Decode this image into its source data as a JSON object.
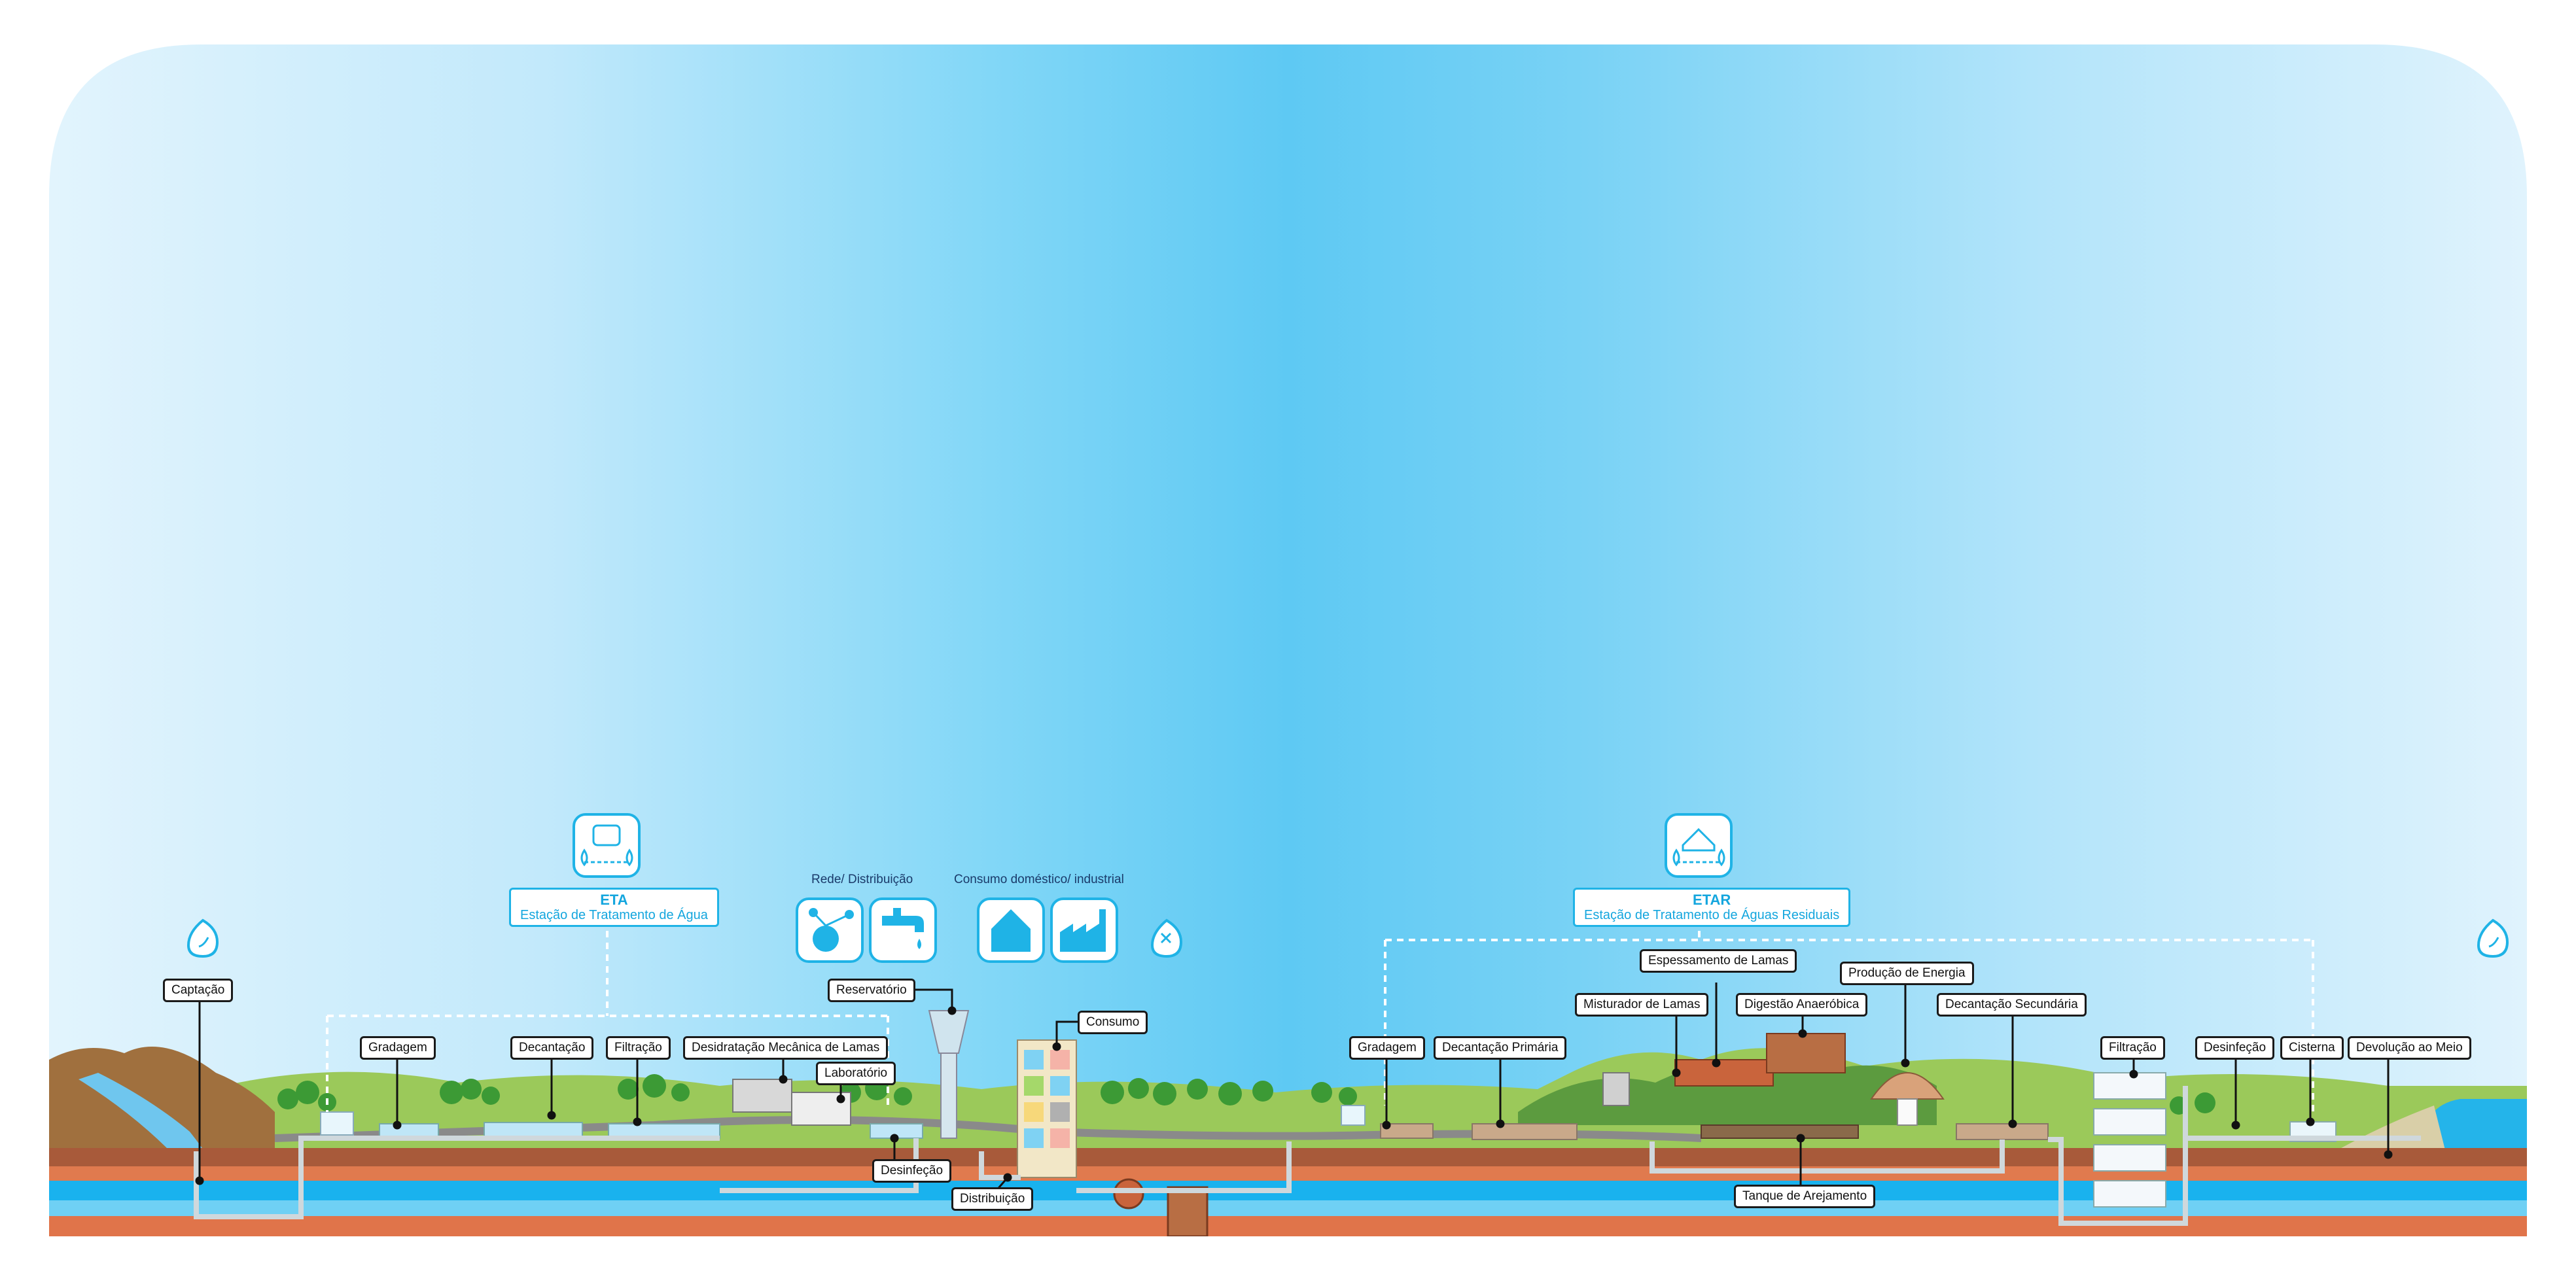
{
  "colors": {
    "sky_light": "#dff3fd",
    "sky_mid": "#6ad0f5",
    "sky_deep": "#5ec9f3",
    "accent": "#1fb3e6",
    "soil": "#c9643c",
    "water": "#19b2ee",
    "grass": "#8cc63f",
    "tree": "#3c9a35"
  },
  "eta": {
    "title": "ETA",
    "subtitle": "Estação de Tratamento de Água",
    "icon": "water-treatment-icon"
  },
  "etar": {
    "title": "ETAR",
    "subtitle": "Estação de Tratamento de Águas Residuais",
    "icon": "wastewater-treatment-icon"
  },
  "network": {
    "title": "Rede/ Distribuição",
    "icons": [
      "distribution-network-icon",
      "tap-icon"
    ]
  },
  "consumption": {
    "title": "Consumo doméstico/ industrial",
    "icons": [
      "house-icon",
      "factory-icon"
    ]
  },
  "drops": [
    "clean-drop-icon",
    "dirty-drop-icon",
    "clean-drop-icon"
  ],
  "labels": {
    "captacao": "Captação",
    "gradagem1": "Gradagem",
    "decantacao": "Decantação",
    "filtracao1": "Filtração",
    "desidratacao": "Desidratação Mecânica de Lamas",
    "laboratorio": "Laboratório",
    "reservatorio": "Reservatório",
    "consumo": "Consumo",
    "desinfecao1": "Desinfeção",
    "distribuicao": "Distribuição",
    "gradagem2": "Gradagem",
    "decantacao_primaria": "Decantação Primária",
    "misturador": "Misturador de Lamas",
    "espessamento": "Espessamento de Lamas",
    "digestao": "Digestão Anaeróbica",
    "producao": "Produção de Energia",
    "decantacao_secundaria": "Decantação Secundária",
    "tanque": "Tanque de Arejamento",
    "filtracao2": "Filtração",
    "desinfecao2": "Desinfeção",
    "cisterna": "Cisterna",
    "devolucao": "Devolução ao Meio"
  }
}
